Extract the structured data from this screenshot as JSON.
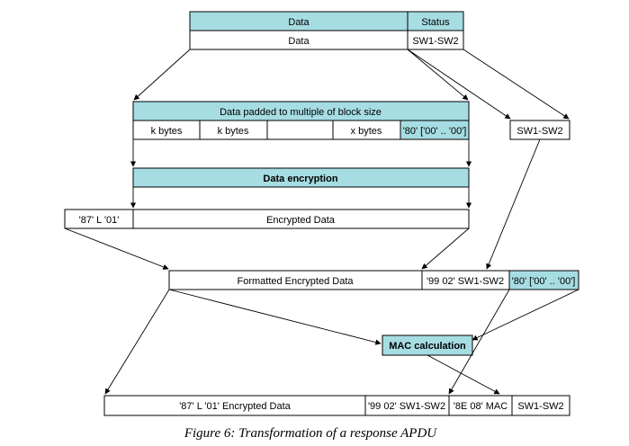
{
  "top": {
    "header_data": "Data",
    "header_status": "Status",
    "row_data": "Data",
    "row_status": "SW1-SW2"
  },
  "padded": {
    "title": "Data padded to multiple of block size",
    "cells": [
      "k bytes",
      "k bytes",
      "",
      "x bytes",
      "'80' ['00' .. '00']"
    ]
  },
  "sw_box": "SW1-SW2",
  "encryption": {
    "title": "Data encryption"
  },
  "encrypted_row": {
    "prefix": "'87' L '01'",
    "data": "Encrypted Data"
  },
  "formatted_row": {
    "data": "Formatted Encrypted Data",
    "status": "'99 02' SW1-SW2",
    "padding": "'80' ['00' .. '00']"
  },
  "mac": {
    "title": "MAC calculation"
  },
  "final_row": {
    "data": "'87' L '01' Encrypted Data",
    "status": "'99 02' SW1-SW2",
    "mac": "'8E 08' MAC",
    "sw": "SW1-SW2"
  },
  "caption": "Figure 6: Transformation of a response APDU",
  "colors": {
    "teal": "#a6dde3",
    "line": "#000000"
  }
}
